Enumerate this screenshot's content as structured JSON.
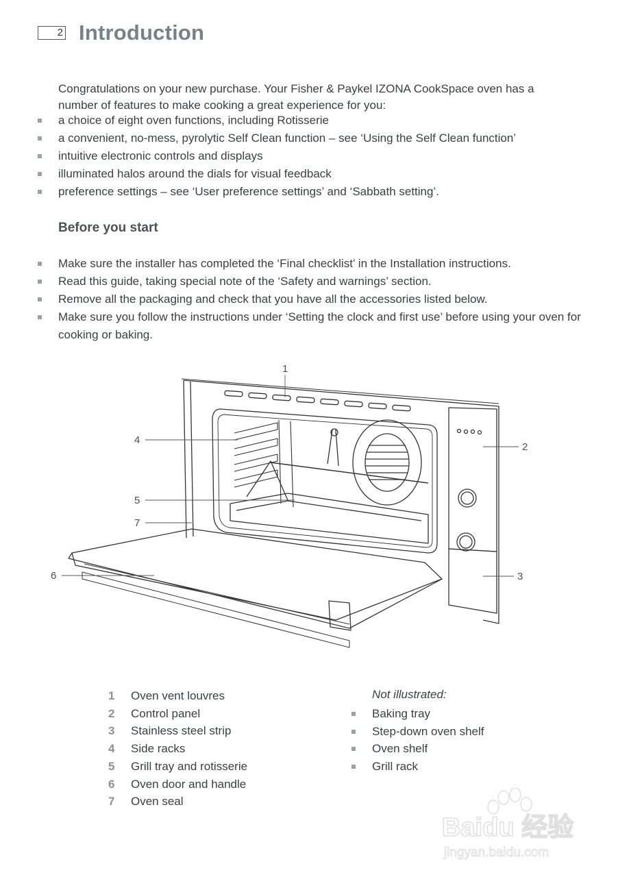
{
  "page": {
    "number": "2",
    "title": "Introduction"
  },
  "intro": {
    "text": "Congratulations on your new purchase. Your Fisher & Paykel IZONA CookSpace oven has a number of features to make cooking a great experience for you:",
    "features": [
      "a choice of eight oven functions, including Rotisserie",
      "a convenient, no-mess, pyrolytic Self Clean function – see ‘Using the Self Clean function’",
      "intuitive electronic controls and displays",
      "illuminated halos around the dials for visual feedback",
      "preference settings – see ‘User preference settings’ and ‘Sabbath setting’."
    ]
  },
  "before_start": {
    "heading": "Before you start",
    "items": [
      "Make sure the installer has completed the ‘Final checklist’ in the Installation instructions.",
      "Read this guide, taking special note of the ‘Safety and warnings’ section.",
      "Remove all the packaging and check that you have all the accessories listed below.",
      "Make sure you follow the instructions under ‘Setting the clock and first use’ before using your oven for cooking or baking."
    ]
  },
  "diagram": {
    "callouts": [
      "1",
      "2",
      "3",
      "4",
      "5",
      "6",
      "7"
    ]
  },
  "parts": [
    {
      "num": "1",
      "label": "Oven vent louvres"
    },
    {
      "num": "2",
      "label": "Control panel"
    },
    {
      "num": "3",
      "label": "Stainless steel strip"
    },
    {
      "num": "4",
      "label": "Side racks"
    },
    {
      "num": "5",
      "label": "Grill tray and rotisserie"
    },
    {
      "num": "6",
      "label": "Oven door and handle"
    },
    {
      "num": "7",
      "label": "Oven seal"
    }
  ],
  "not_illustrated": {
    "heading": "Not illustrated:",
    "items": [
      "Baking tray",
      "Step-down oven shelf",
      "Oven shelf",
      "Grill rack"
    ]
  },
  "watermark": {
    "brand": "Baidu 经验",
    "url": "jingyan.baidu.com"
  }
}
